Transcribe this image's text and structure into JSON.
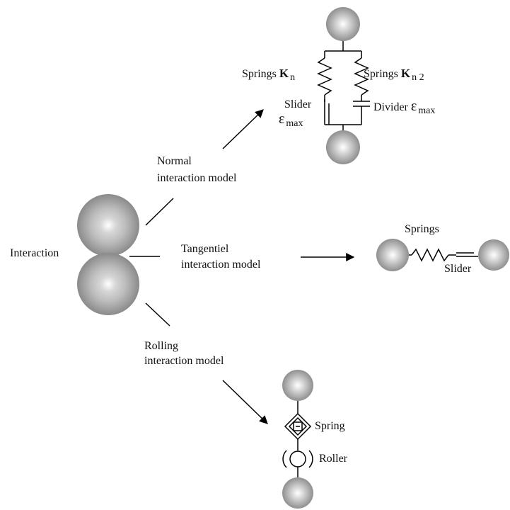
{
  "labels": {
    "interaction": "Interaction",
    "normal_line1": "Normal",
    "normal_line2": "interaction model",
    "tangential_line1": "Tangentiel",
    "tangential_line2": "interaction model",
    "rolling_line1": "Rolling",
    "rolling_line2": "interaction model"
  },
  "normal_model": {
    "springs_left_text": "Springs",
    "springs_left_symbol": "K",
    "springs_left_sub": "n",
    "springs_right_text": "Springs",
    "springs_right_symbol": "K",
    "springs_right_sub": "n 2",
    "slider_text": "Slider",
    "slider_symbol": "ε",
    "slider_sub": "max",
    "divider_text": "Divider",
    "divider_symbol": "ε",
    "divider_sub": "max"
  },
  "tangential_model": {
    "springs": "Springs",
    "slider": "Slider"
  },
  "rolling_model": {
    "spring": "Spring",
    "roller": "Roller"
  }
}
